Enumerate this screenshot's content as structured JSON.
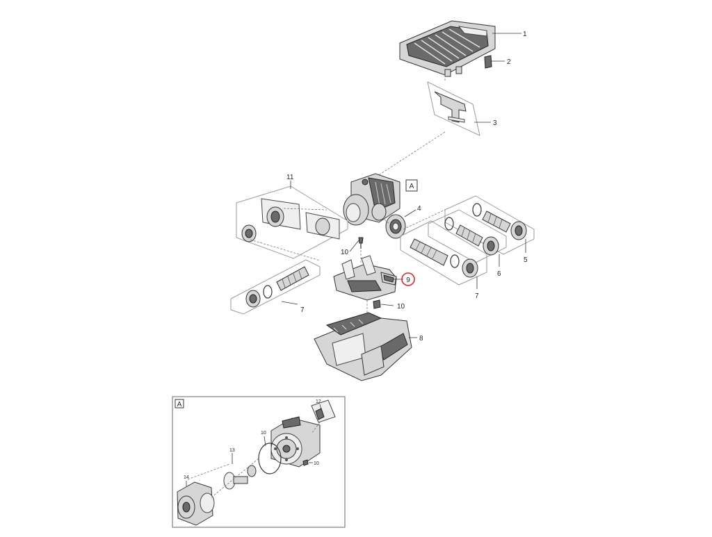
{
  "diagram": {
    "detail_label": "A",
    "callouts": {
      "c1": "1",
      "c2": "2",
      "c3": "3",
      "c4": "4",
      "c5": "5",
      "c6": "6",
      "c7a": "7",
      "c7b": "7",
      "c8": "8",
      "c9": "9",
      "c10a": "10",
      "c10b": "10",
      "c11": "11"
    },
    "detail": {
      "box_label": "A",
      "c10a": "10",
      "c10b": "10",
      "c12": "12",
      "c13": "13",
      "c14": "14"
    },
    "highlight_color": "#d9262e"
  }
}
